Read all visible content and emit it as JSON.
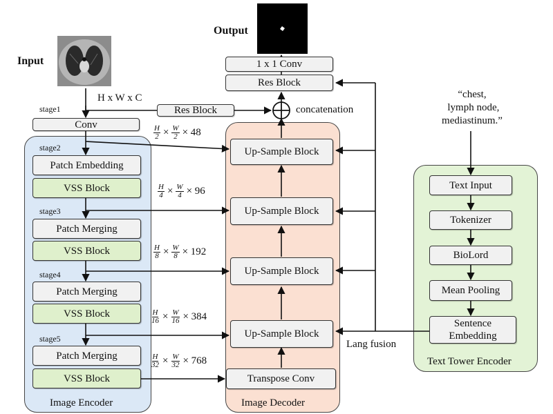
{
  "input": {
    "label": "Input",
    "dims": "H x W x C"
  },
  "output": {
    "label": "Output"
  },
  "stages": {
    "s1": "stage1",
    "s2": "stage2",
    "s3": "stage3",
    "s4": "stage4",
    "s5": "stage5"
  },
  "encoder": {
    "title": "Image Encoder",
    "conv": "Conv",
    "patch_embedding": "Patch Embedding",
    "vss1": "VSS Block",
    "patch_merging1": "Patch Merging",
    "vss2": "VSS Block",
    "patch_merging2": "Patch Merging",
    "vss3": "VSS Block",
    "patch_merging3": "Patch Merging",
    "vss4": "VSS Block"
  },
  "skip_res_block": "Res Block",
  "concat_label": "concatenation",
  "decoder": {
    "title": "Image Decoder",
    "conv1x1": "1 x 1 Conv",
    "res_block": "Res Block",
    "up1": "Up-Sample Block",
    "up2": "Up-Sample Block",
    "up3": "Up-Sample Block",
    "up4": "Up-Sample Block",
    "transpose_conv": "Transpose Conv"
  },
  "dims": [
    {
      "num_h": "H",
      "den_h": "2",
      "num_w": "W",
      "den_w": "2",
      "times": "×",
      "ch": "× 48"
    },
    {
      "num_h": "H",
      "den_h": "4",
      "num_w": "W",
      "den_w": "4",
      "times": "×",
      "ch": "× 96"
    },
    {
      "num_h": "H",
      "den_h": "8",
      "num_w": "W",
      "den_w": "8",
      "times": "×",
      "ch": "× 192"
    },
    {
      "num_h": "H",
      "den_h": "16",
      "num_w": "W",
      "den_w": "16",
      "times": "×",
      "ch": "× 384"
    },
    {
      "num_h": "H",
      "den_h": "32",
      "num_w": "W",
      "den_w": "32",
      "times": "×",
      "ch": "× 768"
    }
  ],
  "text_prompt": "“chest,\n lymph node,\nmediastinum.”",
  "text_encoder": {
    "title": "Text Tower Encoder",
    "text_input": "Text Input",
    "tokenizer": "Tokenizer",
    "biolord": "BioLord",
    "mean_pooling": "Mean Pooling",
    "sentence_embedding": "Sentence Embedding"
  },
  "lang_fusion": "Lang fusion",
  "colors": {
    "encoder_bg": "#dbe8f6",
    "decoder_bg": "#fbe0d2",
    "text_encoder_bg": "#e3f3d6",
    "vss_block": "#dff0cc",
    "block_gray": "#f1f1f1"
  }
}
